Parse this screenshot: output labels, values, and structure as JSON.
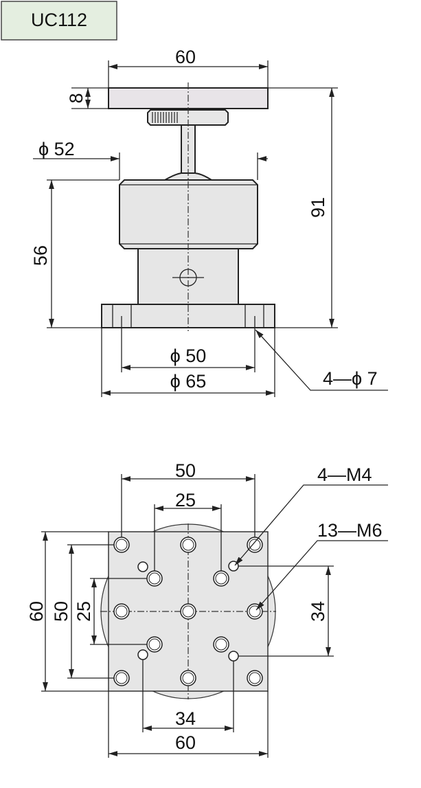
{
  "model_label": "UC112",
  "colors": {
    "label_bg": "#e4eee0",
    "plate_fill": "#e8e4e8",
    "body_fill": "#e6e6e6"
  },
  "side_view": {
    "top_width": "60",
    "plate_thickness": "8",
    "body_diameter": "ϕ 52",
    "total_height": "91",
    "body_height": "56",
    "bolt_circle": "ϕ 50",
    "base_diameter": "ϕ 65",
    "mount_holes": "4—ϕ 7"
  },
  "top_view": {
    "hole_span_outer": "50",
    "hole_span_inner": "25",
    "m4_label": "4—M4",
    "m6_label": "13—M6",
    "plate_height": "60",
    "vert_span_outer": "50",
    "vert_span_inner": "25",
    "m4_vert_span": "34",
    "m4_horiz_span": "34",
    "plate_width": "60"
  }
}
